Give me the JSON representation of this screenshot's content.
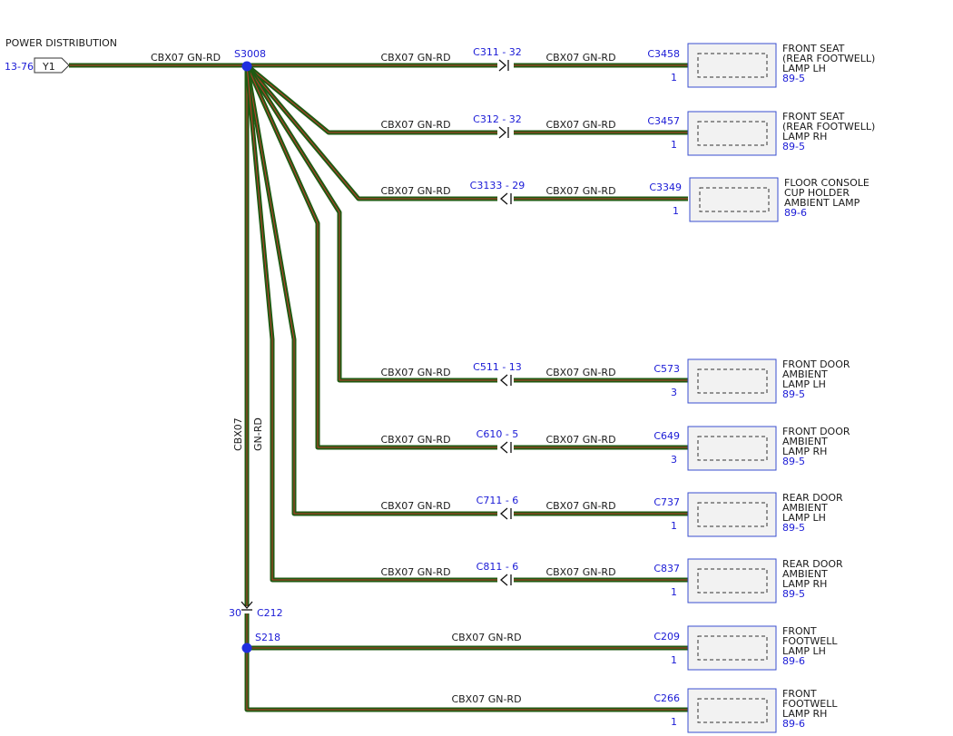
{
  "title": "POWER DISTRIBUTION",
  "source": {
    "ref": "13-76",
    "pin": "Y1"
  },
  "wire_label": "CBX07  GN-RD",
  "vertical_wire": {
    "circuit": "CBX07",
    "color": "GN-RD"
  },
  "colors": {
    "wire_outer": "#1f5a12",
    "wire_inner": "#c0392b",
    "ref_text": "#1a1ad6",
    "splice": "#1f2fe0",
    "box_border": "#3a4fd0",
    "box_fill": "#f2f2f2"
  },
  "splices": {
    "top": "S3008",
    "bottom": "S218"
  },
  "inline": {
    "connector": "C212",
    "pin": "30"
  },
  "branches": [
    {
      "connector": "C3458",
      "pin": "1",
      "inline": "C311 - 32",
      "lines": [
        "FRONT SEAT",
        "(REAR FOOTWELL)",
        "LAMP LH"
      ],
      "ref": "89-5"
    },
    {
      "connector": "C3457",
      "pin": "1",
      "inline": "C312 - 32",
      "lines": [
        "FRONT SEAT",
        "(REAR FOOTWELL)",
        "LAMP RH"
      ],
      "ref": "89-5"
    },
    {
      "connector": "C3349",
      "pin": "1",
      "inline": "C3133 - 29",
      "lines": [
        "FLOOR CONSOLE",
        "CUP HOLDER",
        "AMBIENT LAMP"
      ],
      "ref": "89-6"
    },
    {
      "connector": "C573",
      "pin": "3",
      "inline": "C511 - 13",
      "lines": [
        "FRONT DOOR",
        "AMBIENT",
        "LAMP LH"
      ],
      "ref": "89-5"
    },
    {
      "connector": "C649",
      "pin": "3",
      "inline": "C610 - 5",
      "lines": [
        "FRONT DOOR",
        "AMBIENT",
        "LAMP RH"
      ],
      "ref": "89-5"
    },
    {
      "connector": "C737",
      "pin": "1",
      "inline": "C711 - 6",
      "lines": [
        "REAR DOOR",
        "AMBIENT",
        "LAMP LH"
      ],
      "ref": "89-5"
    },
    {
      "connector": "C837",
      "pin": "1",
      "inline": "C811 - 6",
      "lines": [
        "REAR DOOR",
        "AMBIENT",
        "LAMP RH"
      ],
      "ref": "89-5"
    },
    {
      "connector": "C209",
      "pin": "1",
      "inline": "",
      "lines": [
        "FRONT",
        "FOOTWELL",
        "LAMP LH"
      ],
      "ref": "89-6"
    },
    {
      "connector": "C266",
      "pin": "1",
      "inline": "",
      "lines": [
        "FRONT",
        "FOOTWELL",
        "LAMP RH"
      ],
      "ref": "89-6"
    }
  ]
}
